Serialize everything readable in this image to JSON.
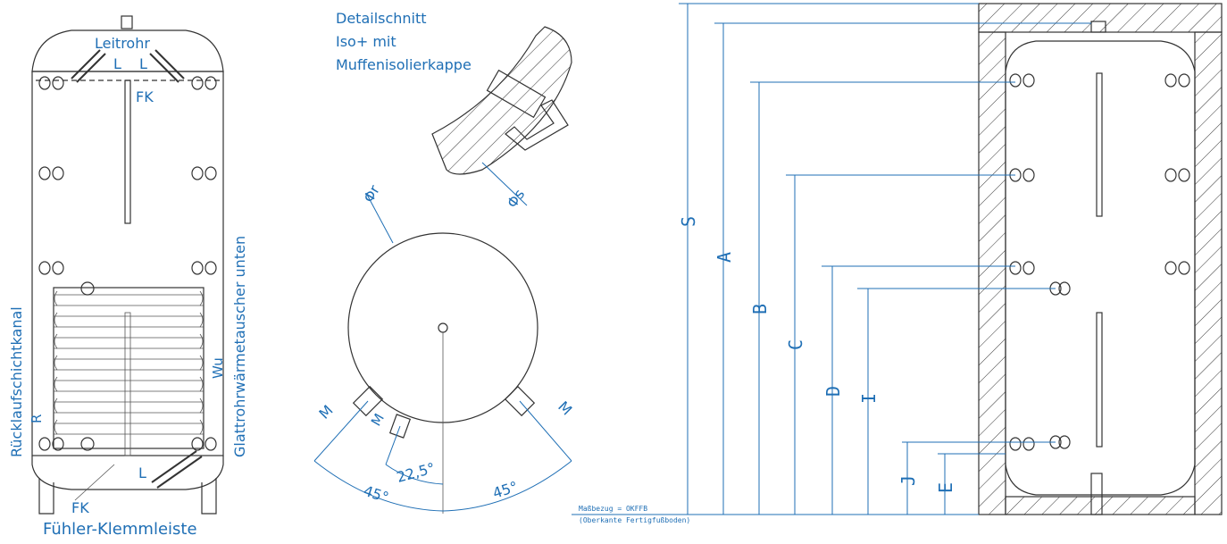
{
  "colors": {
    "dimension": "#1f6fb5",
    "line": "#333333"
  },
  "left_view": {
    "leitrohr": "Leitrohr",
    "l_top_1": "L",
    "l_top_2": "L",
    "fk_top": "FK",
    "ruecklauf": "Rücklaufschichtkanal",
    "r_label": "R",
    "wu_label": "Wu",
    "glattrohr": "Glattrohrwärmetauscher unten",
    "l_bottom": "L",
    "fk_bottom": "FK",
    "fuehler": "Fühler-Klemmleiste"
  },
  "detail": {
    "title_line1": "Detailschnitt",
    "title_line2": "Iso+ mit",
    "title_line3": "Muffenisolierkappe",
    "phi_s": "Φs"
  },
  "top_view": {
    "phi_r": "Φr",
    "m1": "M",
    "m2": "M",
    "m3": "M",
    "angle_small": "22,5°",
    "angle_left": "45°",
    "angle_right": "45°"
  },
  "section_view": {
    "dims": [
      "S",
      "A",
      "B",
      "C",
      "D",
      "I",
      "J",
      "E"
    ],
    "ref_line1": "Maßbezug = OKFFB",
    "ref_line2": "(Oberkante Fertigfußboden)"
  }
}
